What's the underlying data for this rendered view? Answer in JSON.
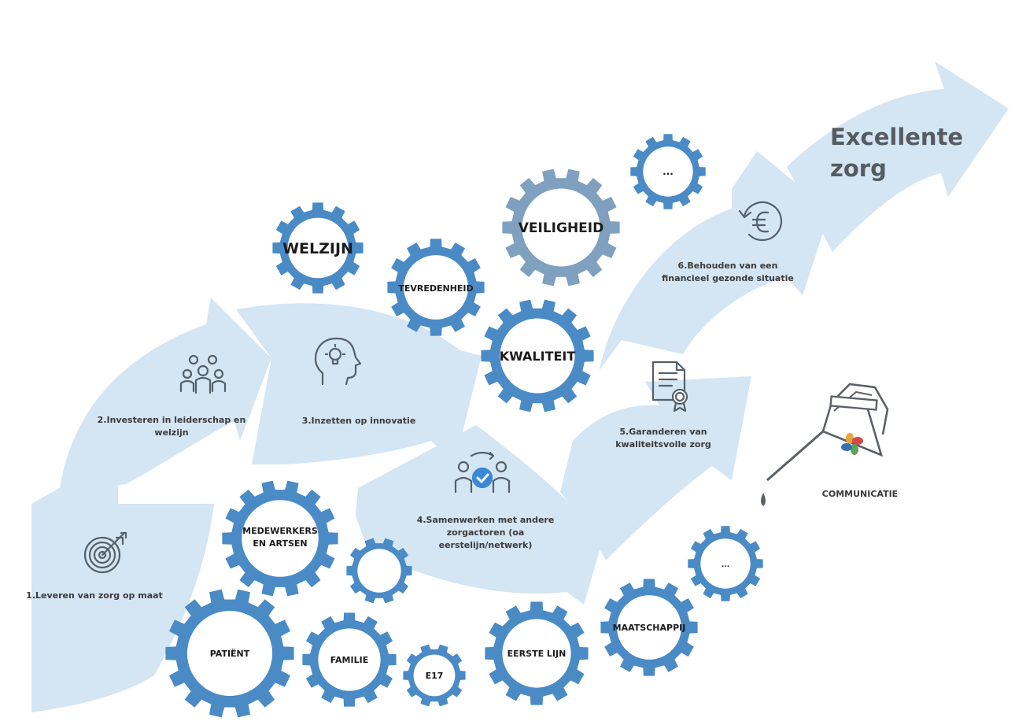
{
  "goal": {
    "line1": "Excellente",
    "line2": "zorg"
  },
  "steps": {
    "s1": {
      "line1": "1.Leveren van zorg op maat"
    },
    "s2": {
      "line1": "2.Investeren in leiderschap en",
      "line2": "welzijn"
    },
    "s3": {
      "line1": "3.Inzetten op innovatie"
    },
    "s4": {
      "line1": "4.Samenwerken met andere",
      "line2": "zorgactoren (oa",
      "line3": "eerstelijn/netwerk)"
    },
    "s5": {
      "line1": "5.Garanderen van",
      "line2": "kwaliteitsvolle zorg"
    },
    "s6": {
      "line1": "6.Behouden van een",
      "line2": "financieel gezonde situatie"
    }
  },
  "gears": {
    "welzijn": "WELZIJN",
    "tevredenheid": "TEVREDENHEID",
    "veiligheid": "VEILIGHEID",
    "more_top": "...",
    "kwaliteit": "KWALITEIT",
    "medewerkers_line1": "MEDEWERKERS",
    "medewerkers_line2": "EN ARTSEN",
    "patient": "PATIËNT",
    "familie": "FAMILIE",
    "e17": "E17",
    "eerste_lijn": "EERSTE LIJN",
    "maatschappij": "MAATSCHAPPIJ",
    "more_bottom": "..."
  },
  "communication": {
    "label": "COMMUNICATIE"
  },
  "icons": {
    "s1": "target-icon",
    "s2": "team-icon",
    "s3": "idea-head-icon",
    "s4": "collaboration-icon",
    "s5": "certificate-icon",
    "s6": "euro-cycle-icon",
    "oil": "oil-can-icon"
  },
  "colors": {
    "arrow": "#d4e5f4",
    "gear_blue": "#4a8bc6",
    "gear_grey": "#7fa0be",
    "goal_text": "#555b60"
  }
}
